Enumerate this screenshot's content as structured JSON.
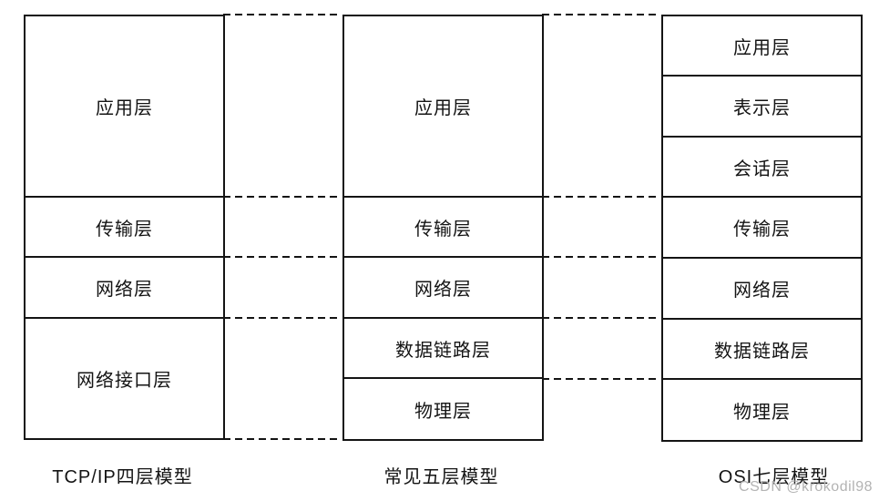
{
  "diagram": {
    "tcpip": {
      "title": "TCP/IP四层模型",
      "layers": [
        "应用层",
        "传输层",
        "网络层",
        "网络接口层"
      ]
    },
    "five": {
      "title": "常见五层模型",
      "layers": [
        "应用层",
        "传输层",
        "网络层",
        "数据链路层",
        "物理层"
      ]
    },
    "osi": {
      "title": "OSI七层模型",
      "layers": [
        "应用层",
        "表示层",
        "会话层",
        "传输层",
        "网络层",
        "数据链路层",
        "物理层"
      ]
    },
    "watermark": "CSDN @krokodil98",
    "colors": {
      "line": "#141414",
      "watermark": "#b3b3b3",
      "background": "#ffffff"
    }
  }
}
